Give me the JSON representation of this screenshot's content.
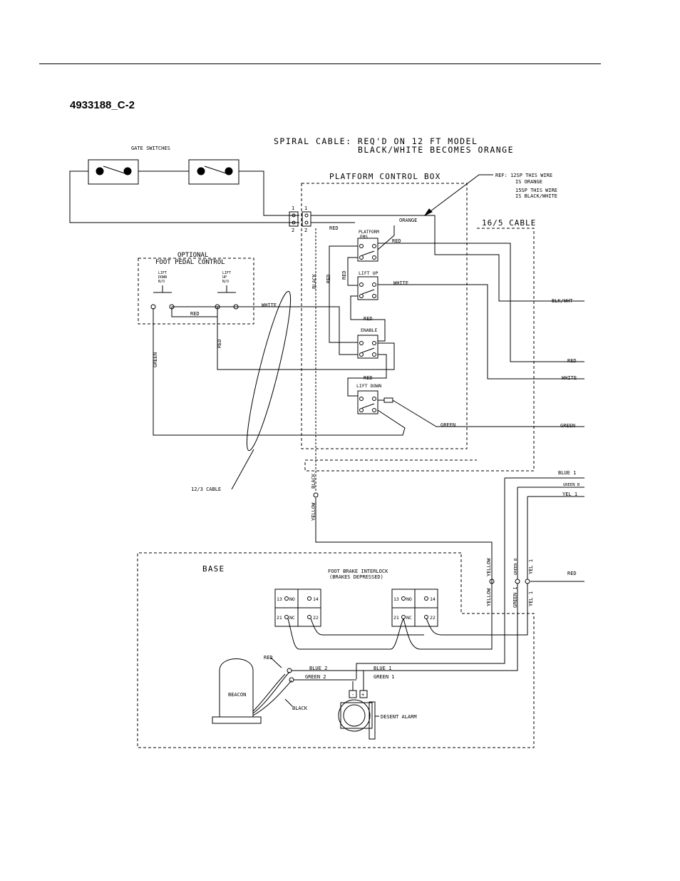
{
  "document_id": "4933188_C-2",
  "header": {
    "spiral_line1": "SPIRAL CABLE:  REQ'D ON 12 FT MODEL",
    "spiral_line2": "BLACK/WHITE BECOMES ORANGE"
  },
  "labels": {
    "gate_switches": "GATE SWITCHES",
    "platform_control_box": "PLATFORM CONTROL BOX",
    "ref1": "REF: 12SP THIS WIRE",
    "ref2": "IS ORANGE",
    "ref3": "15SP THIS WIRE",
    "ref4": "IS BLACK/WHITE",
    "cable_16_5": "16/5 CABLE",
    "optional": "OPTIONAL",
    "foot_pedal_control": "FOOT PEDAL CONTROL",
    "lift_down_no_1": "LIFT",
    "lift_down_no_2": "DOWN",
    "lift_down_no_3": "N/O",
    "lift_up_no_1": "LIFT",
    "lift_up_no_2": "UP",
    "lift_up_no_3": "N/O",
    "platform_ems_1": "PLATFORM",
    "platform_ems_2": "EMS",
    "lift_up": "LIFT UP",
    "enable": "ENABLE",
    "lift_down": "LIFT DOWN",
    "cable_12_3": "12/3 CABLE",
    "base": "BASE",
    "foot_brake_1": "FOOT BRAKE INTERLOCK",
    "foot_brake_2": "(BRAKES DEPRESSED)",
    "beacon": "BEACON",
    "desent_alarm": "DESENT ALARM",
    "term_1": "1",
    "term_2": "2",
    "term_13": "13",
    "term_14": "14",
    "term_21": "21",
    "term_22": "22",
    "no": "NO",
    "nc": "NC",
    "minus": "-",
    "plus": "+"
  },
  "wires": {
    "orange": "ORANGE",
    "red": "RED",
    "black": "BLACK",
    "white": "WHITE",
    "green": "GREEN",
    "yellow": "YELLOW",
    "blk_wht": "BLK/WHT",
    "blue1": "BLUE 1",
    "green_b": "GREEN B",
    "yel1": "YEL 1",
    "green1": "GREEN 1",
    "blue2": "BLUE 2",
    "green2": "GREEN 2"
  }
}
